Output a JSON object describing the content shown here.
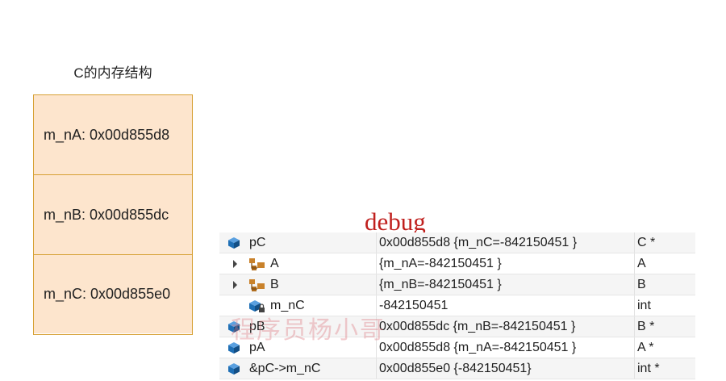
{
  "memory": {
    "title": "C的内存结构",
    "cells": [
      {
        "text": "m_nA: 0x00d855d8"
      },
      {
        "text": "m_nB: 0x00d855dc"
      },
      {
        "text": "m_nC: 0x00d855e0"
      }
    ]
  },
  "debug_label": "debug",
  "watch": {
    "rows": [
      {
        "name": "pC",
        "value": "0x00d855d8 {m_nC=-842150451 }",
        "type": "C *",
        "icon": "object-icon"
      },
      {
        "name": "A",
        "value": "{m_nA=-842150451 }",
        "type": "A",
        "icon": "base-class-icon"
      },
      {
        "name": "B",
        "value": "{m_nB=-842150451 }",
        "type": "B",
        "icon": "base-class-icon"
      },
      {
        "name": "m_nC",
        "value": "-842150451",
        "type": "int",
        "icon": "private-field-icon"
      },
      {
        "name": "pB",
        "value": "0x00d855dc {m_nB=-842150451 }",
        "type": "B *",
        "icon": "object-icon"
      },
      {
        "name": "pA",
        "value": "0x00d855d8 {m_nA=-842150451 }",
        "type": "A *",
        "icon": "object-icon"
      },
      {
        "name": "&pC->m_nC",
        "value": "0x00d855e0 {-842150451}",
        "type": "int *",
        "icon": "object-icon"
      }
    ]
  },
  "watermark": "程序员杨小哥",
  "colors": {
    "cell_fill": "#fde5cd",
    "cell_border": "#d6a033",
    "debug_red": "#c0201e",
    "icon_blue": "#1f6fb5",
    "icon_orange": "#c9822b"
  }
}
